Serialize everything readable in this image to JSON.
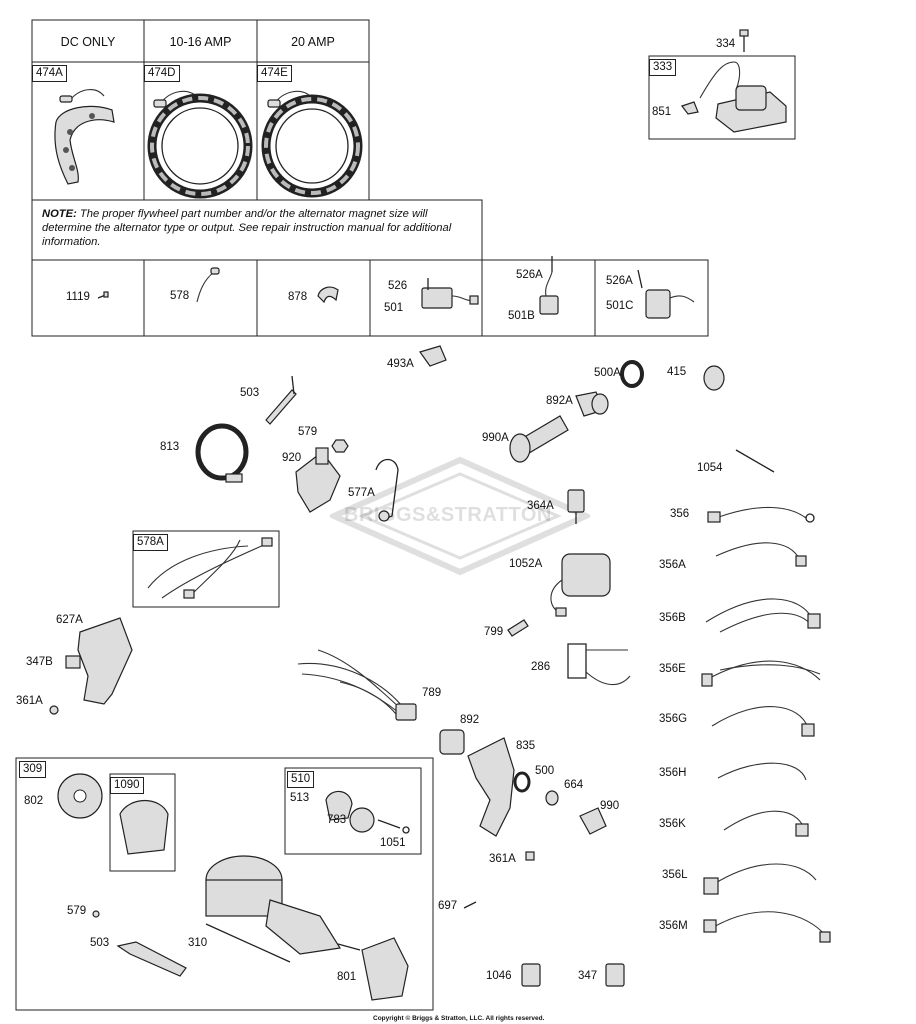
{
  "table": {
    "headers": [
      "DC ONLY",
      "10-16 AMP",
      "20 AMP"
    ],
    "variants": [
      "474A",
      "474D",
      "474E"
    ],
    "note_prefix": "NOTE:",
    "note_text": "The proper flywheel part number and/or the alternator magnet size will determine the alternator type or output. See repair instruction manual for additional information.",
    "row2": {
      "c1": "1119",
      "c2": "578",
      "c3": "878",
      "c4a": "526",
      "c4b": "501",
      "c5a": "526A",
      "c5b": "501B",
      "c6a": "526A",
      "c6b": "501C"
    }
  },
  "coil_group": {
    "box": "333",
    "top": "334",
    "clip": "851"
  },
  "labels": {
    "p493A": "493A",
    "p503a": "503",
    "p813": "813",
    "p579a": "579",
    "p920": "920",
    "p577A": "577A",
    "p500A": "500A",
    "p892A": "892A",
    "p415": "415",
    "p990A": "990A",
    "p1054": "1054",
    "p364A": "364A",
    "p356": "356",
    "p1052A": "1052A",
    "p356A": "356A",
    "p578A": "578A",
    "p627A": "627A",
    "p347B": "347B",
    "p361Aa": "361A",
    "p799": "799",
    "p356B": "356B",
    "p286": "286",
    "p356E": "356E",
    "p789": "789",
    "p892": "892",
    "p835": "835",
    "p356G": "356G",
    "p500": "500",
    "p664": "664",
    "p356H": "356H",
    "p990": "990",
    "p356K": "356K",
    "p361Ab": "361A",
    "p356L": "356L",
    "p697": "697",
    "p356M": "356M",
    "p1046": "1046",
    "p347": "347"
  },
  "starter_group": {
    "box": "309",
    "p802": "802",
    "p1090": "1090",
    "p510": "510",
    "p513": "513",
    "p783": "783",
    "p1051": "1051",
    "p579": "579",
    "p503": "503",
    "p310": "310",
    "p801": "801"
  },
  "watermark": "BRIGGS&STRATTON",
  "copyright": "Copyright © Briggs & Stratton, LLC. All rights reserved."
}
